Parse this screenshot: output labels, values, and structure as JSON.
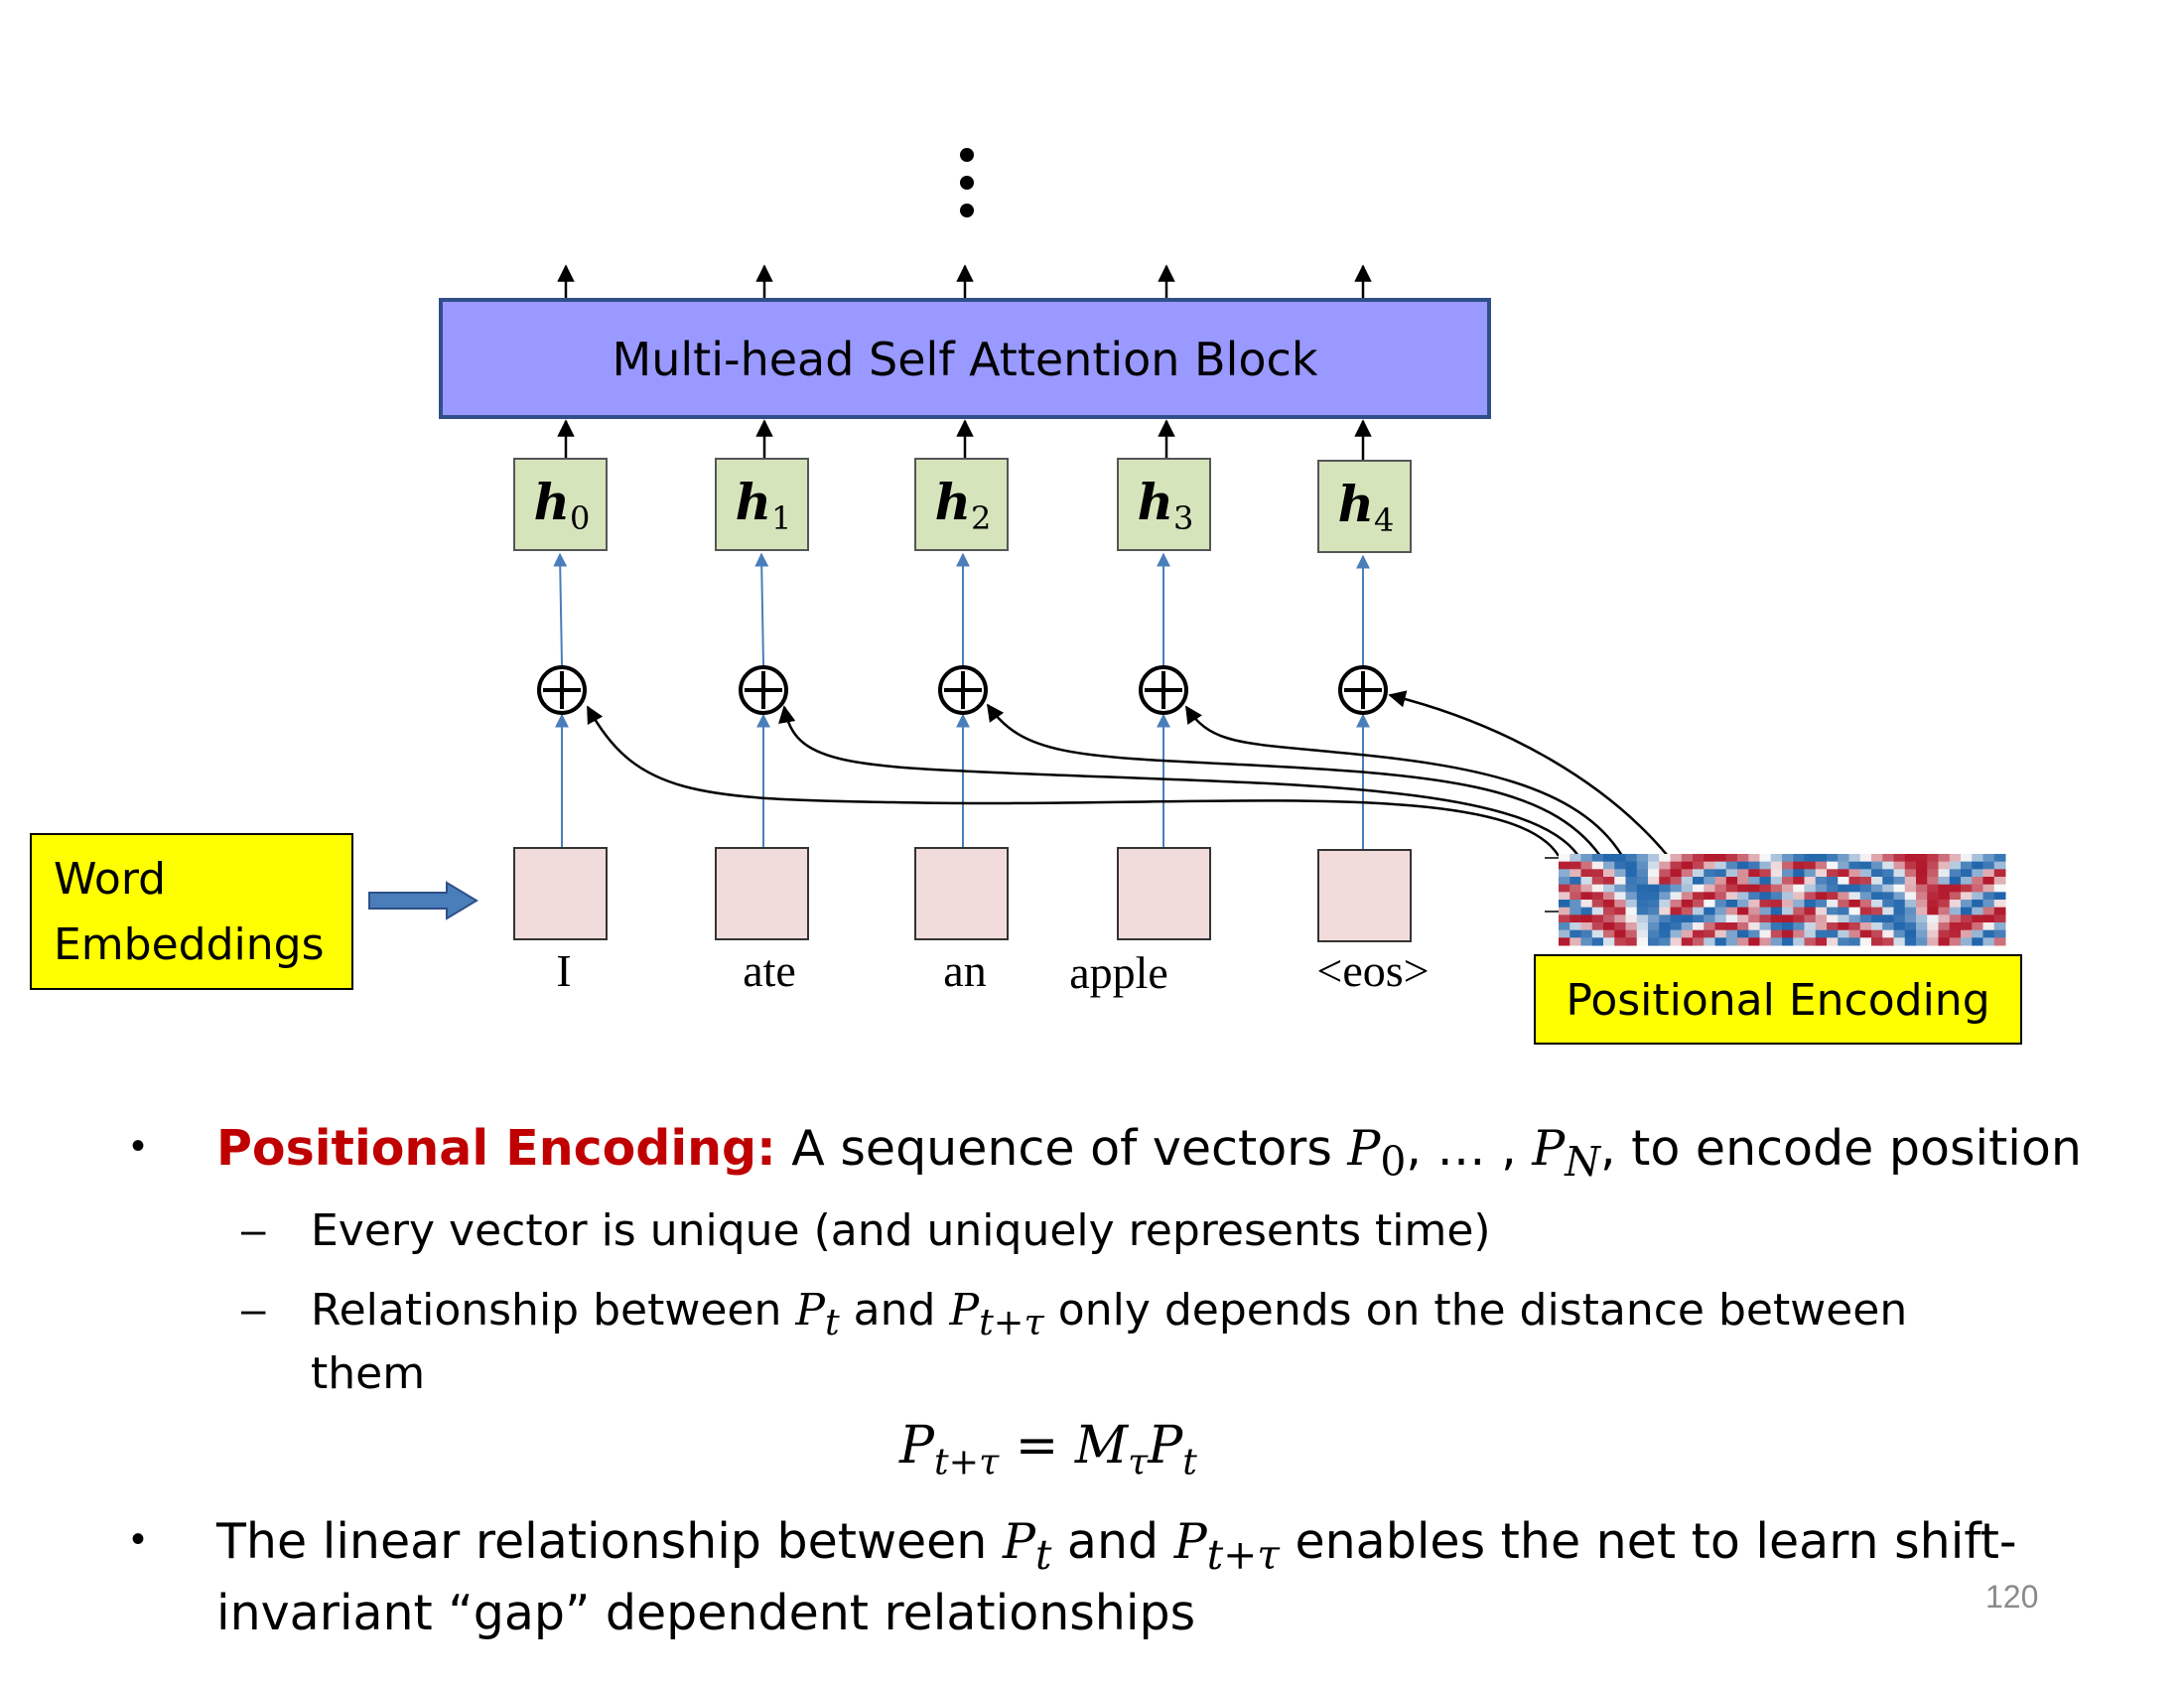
{
  "diagram": {
    "block_label": "Multi-head Self Attention Block",
    "top_ellipsis": "⋮",
    "hidden_states": [
      {
        "sym": "h",
        "sub": "0"
      },
      {
        "sym": "h",
        "sub": "1"
      },
      {
        "sym": "h",
        "sub": "2"
      },
      {
        "sym": "h",
        "sub": "3"
      },
      {
        "sym": "h",
        "sub": "4"
      }
    ],
    "plus_symbol": "⊕",
    "tokens": [
      "I",
      "ate",
      "an",
      "apple",
      "<eos>"
    ],
    "word_embeddings_label": [
      "Word",
      "Embeddings"
    ],
    "positional_encoding_label": "Positional Encoding",
    "colors": {
      "block_fill": "#9999ff",
      "block_border": "#2f4f8a",
      "hidden_fill": "#d6e4bc",
      "embed_fill": "#f2dcdb",
      "label_fill": "#ffff00",
      "blue_arrow": "#4a7ebb",
      "heatmap_red": "#b2182b",
      "heatmap_blue": "#2166ac"
    }
  },
  "bullets": {
    "b1": {
      "title": "Positional Encoding:",
      "text1": " A sequence of vectors ",
      "P": "P",
      "sub0": "0",
      "mid": ", … , ",
      "subN": "N",
      "text2": ", to encode position"
    },
    "s1": "Every vector is unique (and uniquely represents time)",
    "s2": {
      "text1": "Relationship between ",
      "P": "P",
      "t": "t",
      "and": " and ",
      "ttau": "t+τ",
      "text2": " only depends on the distance between",
      "text3": "them"
    },
    "equation": {
      "P": "P",
      "ttau": "t+τ",
      "eq": " = ",
      "M": "M",
      "tau": "τ",
      "t": "t"
    },
    "b2": {
      "text1": "The linear relationship between ",
      "P": "P",
      "t": "t",
      "and": " and ",
      "ttau": "t+τ",
      "text2": " enables the net to learn shift-",
      "text3": "invariant “gap” dependent relationships"
    },
    "bullet_char": "•",
    "dash_char": "–"
  },
  "page_number": "120"
}
